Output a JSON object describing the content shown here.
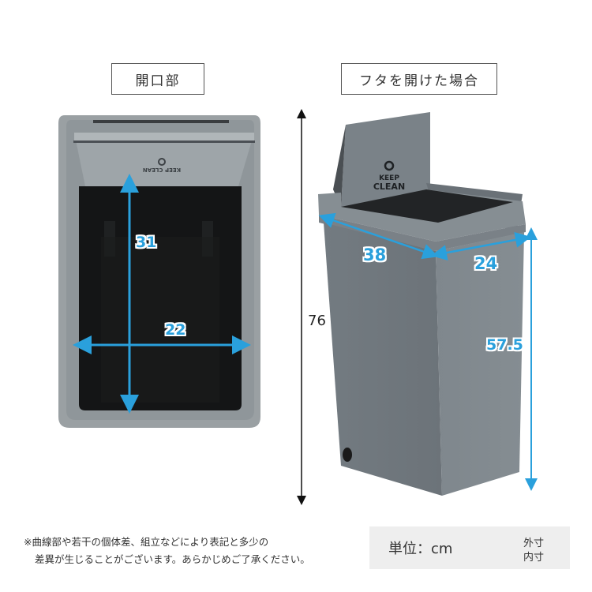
{
  "panels": {
    "opening": {
      "title": "開口部"
    },
    "lid_open": {
      "title": "フタを開けた場合"
    }
  },
  "dimensions": {
    "opening_depth": "31",
    "opening_width": "22",
    "total_height": "76",
    "outer_width": "38",
    "outer_depth": "24",
    "inner_height": "57.5"
  },
  "product": {
    "lid_text_line1": "KEEP",
    "lid_text_line2": "CLEAN",
    "icon": "recycle-icon"
  },
  "note": {
    "line1": "※曲線部や若干の個体差、組立などにより表記と多少の",
    "line2": "差異が生じることがございます。あらかじめご了承ください。"
  },
  "legend": {
    "unit": "単位：cm",
    "outer_label": "外寸",
    "inner_label": "内寸",
    "outer_color": "#111111",
    "inner_color": "#2aa0dc"
  },
  "colors": {
    "bin_gray": "#7d858b",
    "interior": "#1a1a1a",
    "accent_blue": "#2aa0dc"
  }
}
